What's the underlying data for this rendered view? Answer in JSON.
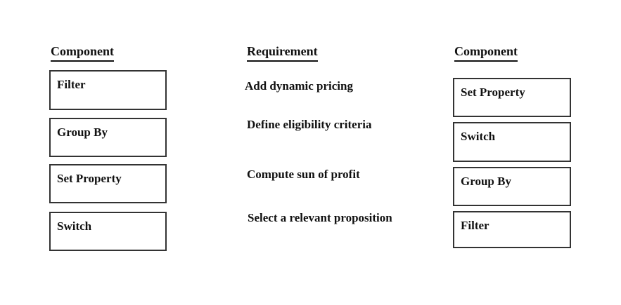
{
  "columns": {
    "left": {
      "header": "Component",
      "items": [
        "Filter",
        "Group By",
        "Set Property",
        "Switch"
      ]
    },
    "middle": {
      "header": "Requirement",
      "items": [
        "Add dynamic pricing",
        "Define eligibility criteria",
        "Compute sun of profit",
        "Select a relevant proposition"
      ]
    },
    "right": {
      "header": "Component",
      "items": [
        "Set Property",
        "Switch",
        "Group By",
        "Filter"
      ]
    }
  },
  "colors": {
    "background": "#ffffff",
    "text": "#111111",
    "box_border": "#333333"
  }
}
